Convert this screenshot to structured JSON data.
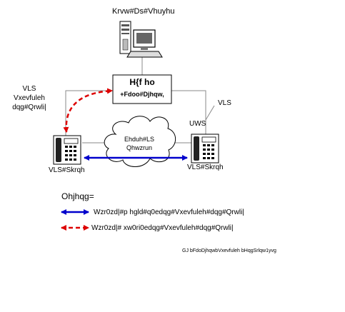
{
  "host_server": {
    "title": "Krvw#Ds#Vhuyhu"
  },
  "excel_box": {
    "title": "H{f ho",
    "subtitle": "+Fdoo#Djhqw,"
  },
  "agent_note": {
    "line1": "VLS",
    "line2": "Vxevfuleh",
    "line3": "dqg#Qrwli|"
  },
  "sip_top_right": "VLS",
  "rtp_label": "UWS",
  "cloud": {
    "line1": "Ehduh#LS",
    "line2": "Qhwzrun"
  },
  "phone_left_label": "VLS#Skrqh",
  "phone_right_label": "VLS#Skrqh",
  "legend": {
    "title": "Ohjhqg=",
    "items": [
      {
        "text": "Wzr0zd|#p hgld#q0edqg#Vxevfuleh#dqg#Qrwli|",
        "color": "#0000cc",
        "style": "solid"
      },
      {
        "text": "Wzr0zd|# xw0ri0edqg#Vxevfuleh#dqg#Qrwli|",
        "color": "#dd0000",
        "style": "dashed"
      }
    ]
  },
  "footnote": "GJ bFdoDjhqwbVxevfuleh bHqgSrlqw1yvg"
}
